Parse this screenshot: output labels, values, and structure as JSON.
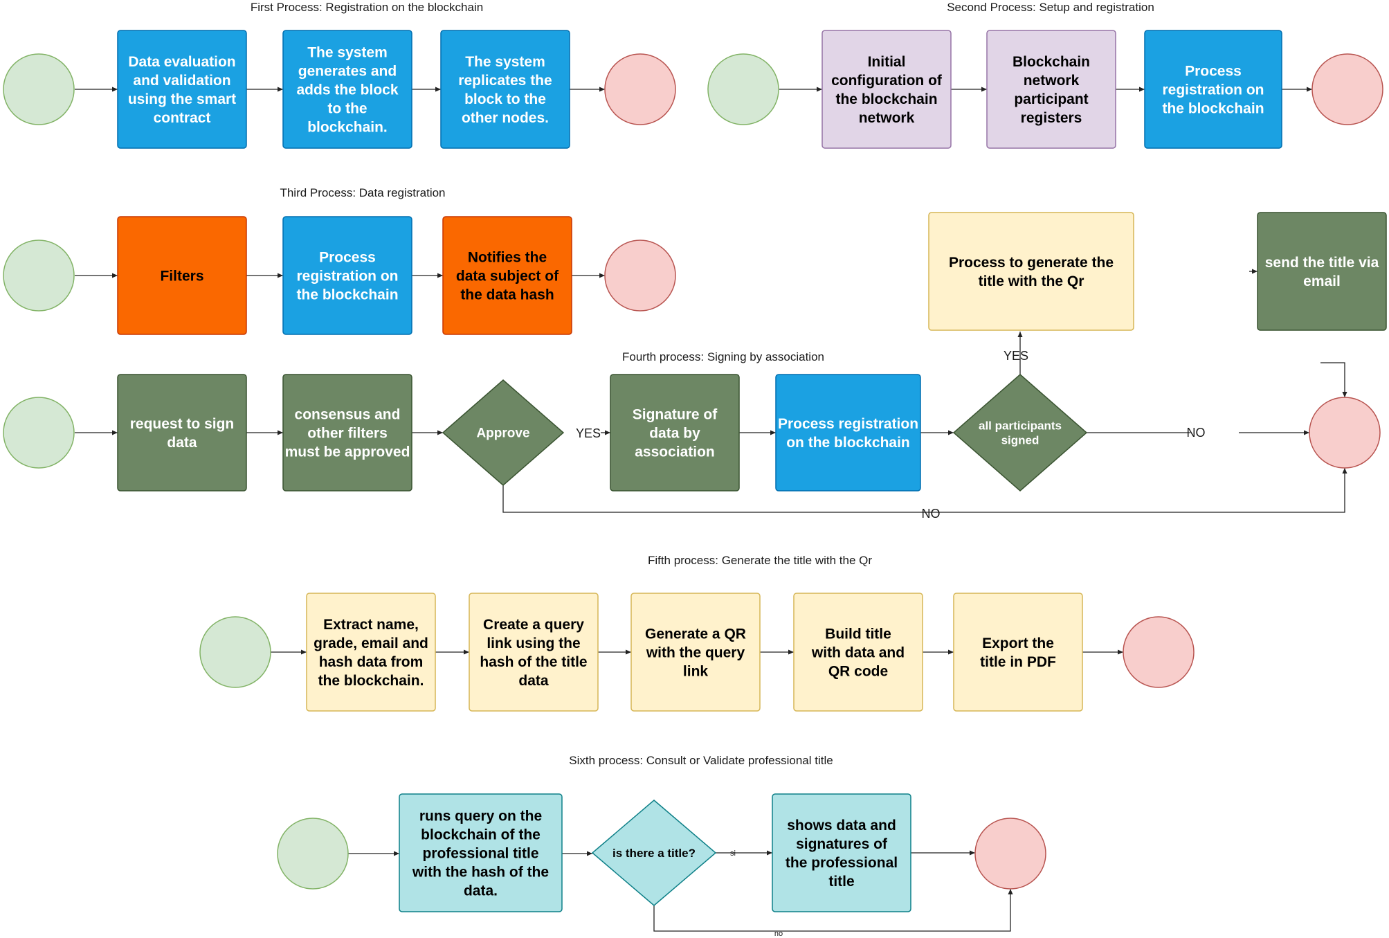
{
  "colors": {
    "start_fill": "#d5e8d4",
    "start_stroke": "#82b366",
    "end_fill": "#f8cecc",
    "end_stroke": "#b85450",
    "blue": "#1ba1e2",
    "blue_stroke": "#006eaf",
    "purple": "#e1d5e7",
    "purple_stroke": "#9673a6",
    "orange": "#fa6800",
    "orange_stroke": "#c73500",
    "green": "#6d8764",
    "green_stroke": "#3a5431",
    "yellow": "#fff2cc",
    "yellow_stroke": "#d6b656",
    "teal": "#b0e3e6",
    "teal_stroke": "#0e8088",
    "edge": "#222222"
  },
  "process1": {
    "title": "First Process:  Registration on the blockchain",
    "steps": [
      "Data evaluation and validation using the smart contract",
      "The system generates and adds the block to the blockchain.",
      "The system replicates the block to the other nodes."
    ]
  },
  "process2": {
    "title": "Second Process:  Setup and registration",
    "steps": [
      "Initial configuration of the blockchain network",
      "Blockchain network participant registers",
      "Process registration on the blockchain"
    ]
  },
  "process3": {
    "title": "Third Process: Data registration",
    "steps": [
      "Filters",
      "Process registration on the blockchain",
      "Notifies the data subject of the data hash"
    ]
  },
  "process4": {
    "title": "Fourth process: Signing by association",
    "steps": [
      "request to sign data",
      "consensus and other filters must be approved",
      "Signature of data by association",
      "Process registration on the blockchain"
    ],
    "decisions": [
      "Approve",
      "all participants signed"
    ],
    "generate_title": "Process to generate the title with the Qr",
    "send_email": "send the title via email",
    "labels": {
      "yes1": "YES",
      "yes2": "YES",
      "no1": "NO",
      "no2": "NO"
    }
  },
  "process5": {
    "title": "Fifth process: Generate the title with the Qr",
    "steps": [
      "Extract name, grade, email and hash data from the blockchain.",
      "Create a query link using the hash of the title data",
      "Generate a QR with the query link",
      "Build title with data and QR code",
      "Export the title in PDF"
    ]
  },
  "process6": {
    "title": "Sixth process: Consult or Validate professional title",
    "steps": [
      "runs query on the blockchain of the professional title with the hash of the data.",
      "shows data and signatures of the professional title"
    ],
    "decision": "is there a title?",
    "labels": {
      "si": "si",
      "no": "no"
    }
  }
}
